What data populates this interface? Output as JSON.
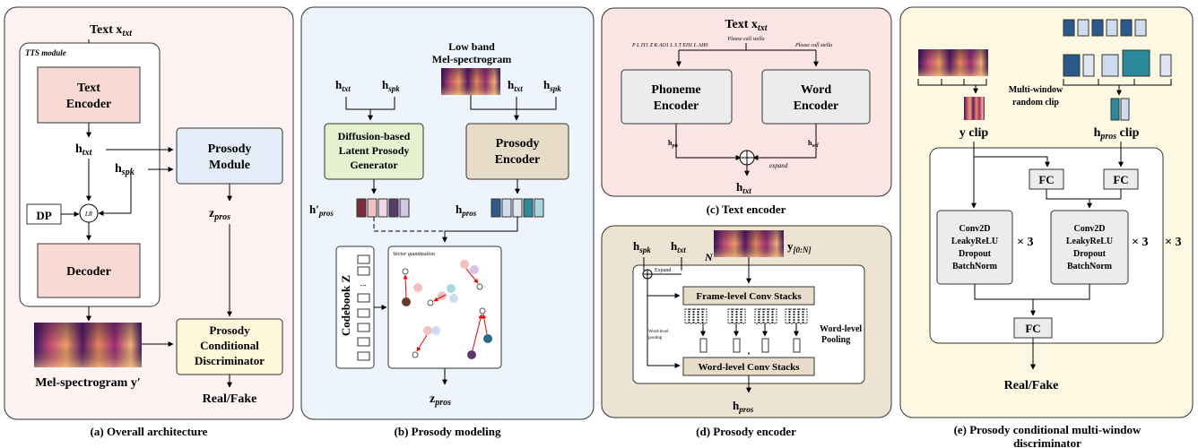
{
  "panel_a": {
    "caption": "(a) Overall architecture",
    "text_in": "Text x",
    "text_in_sub": "txt",
    "tts_label": "TTS module",
    "text_encoder_l1": "Text",
    "text_encoder_l2": "Encoder",
    "htxt": "h",
    "htxt_sub": "txt",
    "hspk": "h",
    "hspk_sub": "spk",
    "dp": "DP",
    "lr": "LR",
    "decoder": "Decoder",
    "prosody_module_l1": "Prosody",
    "prosody_module_l2": "Module",
    "zpros": "z",
    "zpros_sub": "pros",
    "disc_l1": "Prosody",
    "disc_l2": "Conditional",
    "disc_l3": "Discriminator",
    "mel_label": "Mel-spectrogram y′",
    "realfake": "Real/Fake"
  },
  "panel_b": {
    "caption": "(b) Prosody modeling",
    "lowband_l1": "Low band",
    "lowband_l2": "Mel-spectrogram",
    "htxt": "h",
    "htxt_sub": "txt",
    "hspk": "h",
    "hspk_sub": "spk",
    "diff_l1": "Diffusion-based",
    "diff_l2": "Latent Prosody",
    "diff_l3": "Generator",
    "enc_l1": "Prosody",
    "enc_l2": "Encoder",
    "hpros_prime": "h′",
    "hpros_prime_sub": "pros",
    "hpros": "h",
    "hpros_sub": "pros",
    "codebook": "Codebook Z",
    "vq": "Vector quantization",
    "dots": "...",
    "zpros": "z",
    "zpros_sub": "pros"
  },
  "panel_c": {
    "caption": "(c) Text encoder",
    "text_in": "Text x",
    "text_in_sub": "txt",
    "sample": "Please call stella",
    "phonemes": "P L IY1 Z K AO1 L S T EH1 L AH0",
    "sample_right": "Please call stella",
    "ph_l1": "Phoneme",
    "ph_l2": "Encoder",
    "wd_l1": "Word",
    "wd_l2": "Encoder",
    "hph": "h",
    "hph_sub": "ph",
    "hwd": "h",
    "hwd_sub": "wd",
    "expand": "expand",
    "htxt": "h",
    "htxt_sub": "txt"
  },
  "panel_d": {
    "caption": "(d) Prosody encoder",
    "hspk": "h",
    "hspk_sub": "spk",
    "htxt": "h",
    "htxt_sub": "txt",
    "N": "N",
    "y": "y",
    "y_sub": "[0:N]",
    "expand": "Expand",
    "frame": "Frame-level Conv Stacks",
    "word_pool_small_l1": "Word-level",
    "word_pool_small_l2": "pooling",
    "word_pool_l1": "Word-level",
    "word_pool_l2": "Pooling",
    "word_conv": "Word-level Conv Stacks",
    "hpros": "h",
    "hpros_sub": "pros"
  },
  "panel_e": {
    "caption_l1": "(e) Prosody conditional multi-window",
    "caption_l2": "discriminator",
    "mw_l1": "Multi-window",
    "mw_l2": "random clip",
    "yclip": "y clip",
    "hclip_h": "h",
    "hclip_sub": "pros",
    "hclip_tail": " clip",
    "fc1": "FC",
    "fc2": "FC",
    "conv_l1": "Conv2D",
    "conv_l2": "LeakyReLU",
    "conv_l3": "Dropout",
    "conv_l4": "BatchNorm",
    "x3a": "× 3",
    "x3b": "× 3",
    "x3c": "× 3",
    "fc3": "FC",
    "realfake": "Real/Fake"
  },
  "colors": {
    "panel_a_bg": "#fdf3f3",
    "panel_b_bg": "#eef4fb",
    "panel_c_bg": "#fbe4e4",
    "panel_d_bg": "#ece3d3",
    "panel_e_bg": "#fdf8e2",
    "pink_box": "#f8d9d4",
    "blue_box": "#e4ecf7",
    "yellow_box": "#fdf6d8",
    "green_box": "#e6f2cf",
    "tan_box": "#e6dcc8",
    "gray_box": "#ececec"
  }
}
